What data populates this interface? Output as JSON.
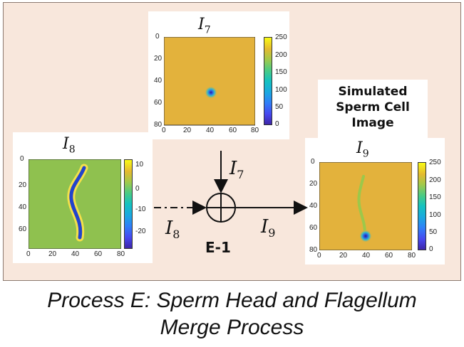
{
  "plots": {
    "i7": {
      "title_var": "I",
      "title_sub": "7",
      "x_ticks": [
        "0",
        "20",
        "40",
        "60",
        "80"
      ],
      "y_ticks": [
        "0",
        "20",
        "40",
        "60",
        "80"
      ],
      "cb_ticks": [
        "250",
        "200",
        "150",
        "100",
        "50",
        "0"
      ]
    },
    "i8": {
      "title_var": "I",
      "title_sub": "8",
      "x_ticks": [
        "0",
        "20",
        "40",
        "60",
        "80"
      ],
      "y_ticks": [
        "0",
        "20",
        "40",
        "60"
      ],
      "cb_ticks": [
        "10",
        "0",
        "-10",
        "-20"
      ]
    },
    "i9": {
      "title_var": "I",
      "title_sub": "9",
      "x_ticks": [
        "0",
        "20",
        "40",
        "60",
        "80"
      ],
      "y_ticks": [
        "0",
        "20",
        "40",
        "60",
        "80"
      ],
      "cb_ticks": [
        "250",
        "200",
        "150",
        "100",
        "50",
        "0"
      ]
    }
  },
  "simulated_label": {
    "line1": "Simulated",
    "line2": "Sperm Cell",
    "line3": "Image"
  },
  "edges": {
    "i7_var": "I",
    "i7_sub": "7",
    "i8_var": "I",
    "i8_sub": "8",
    "i9_var": "I",
    "i9_sub": "9"
  },
  "operator_label": "E-1",
  "caption": {
    "line1": "Process E: Sperm Head and Flagellum",
    "line2": "Merge Process"
  },
  "colors": {
    "background_orange": "#e3b23c",
    "background_green": "#8fc14f",
    "panel_fill": "#f8e7dc"
  }
}
